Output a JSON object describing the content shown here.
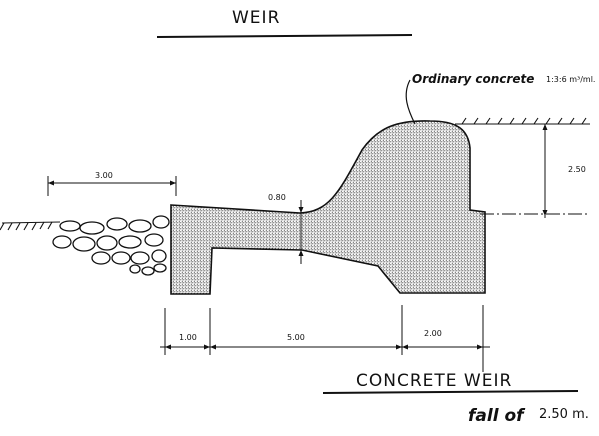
{
  "header": {
    "title": "WEIR"
  },
  "diagram": {
    "material_label": "Ordinary concrete",
    "material_spec": "1:3:6 m³/ml.",
    "dim_apron_length": "3.00",
    "dim_crest_thickness": "0.80",
    "dim_fall_height": "2.50",
    "dim_toe_wall": "1.00",
    "dim_stilling_basin": "5.00",
    "dim_heel": "2.00"
  },
  "footer": {
    "caption": "CONCRETE WEIR",
    "fall_text": "fall of",
    "fall_value": "2.50 m."
  },
  "colors": {
    "ink": "#111111",
    "paper": "#ffffff"
  }
}
